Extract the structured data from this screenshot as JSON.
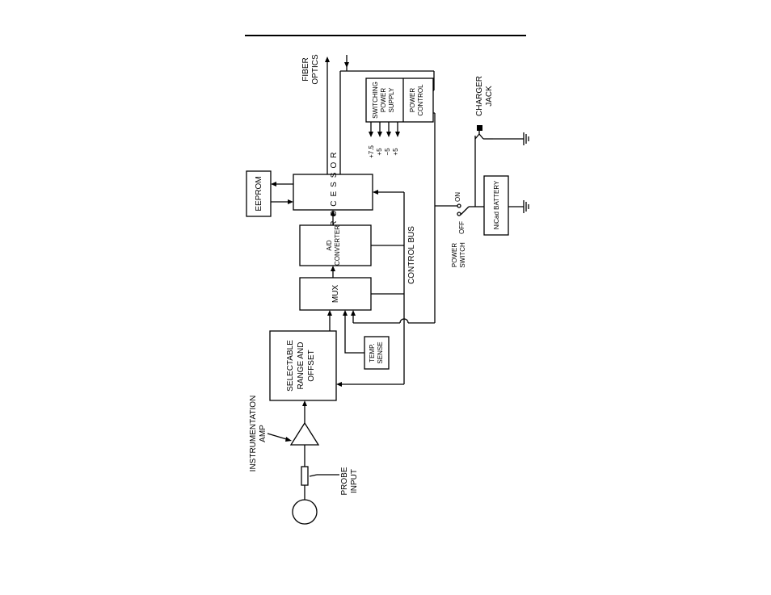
{
  "blocks": {
    "eeprom": "EEPROM",
    "processor": "PROCESSOR",
    "ad_converter": [
      "A/D",
      "CONVERTER"
    ],
    "mux": "MUX",
    "selectable": [
      "SELECTABLE",
      "RANGE AND",
      "OFFSET"
    ],
    "temp_sense": [
      "TEMP.",
      "SENSE"
    ],
    "switching_supply": [
      "SWITCHING",
      "POWER",
      "SUPPLY"
    ],
    "power_control": [
      "POWER",
      "CONTROL"
    ],
    "battery": "NiCad  BATTERY"
  },
  "labels": {
    "fiber_optics": [
      "FIBER",
      "OPTICS"
    ],
    "control_bus": "CONTROL  BUS",
    "instrumentation_amp": [
      "INSTRUMENTATION",
      "AMP"
    ],
    "probe_input": [
      "PROBE",
      "INPUT"
    ],
    "charger_jack": [
      "CHARGER",
      "JACK"
    ],
    "power_switch": [
      "POWER",
      "SWITCH"
    ],
    "switch_off": "OFF",
    "switch_on": "ON",
    "voltages": [
      "+7.5",
      "+5",
      "−5",
      "+5"
    ]
  }
}
